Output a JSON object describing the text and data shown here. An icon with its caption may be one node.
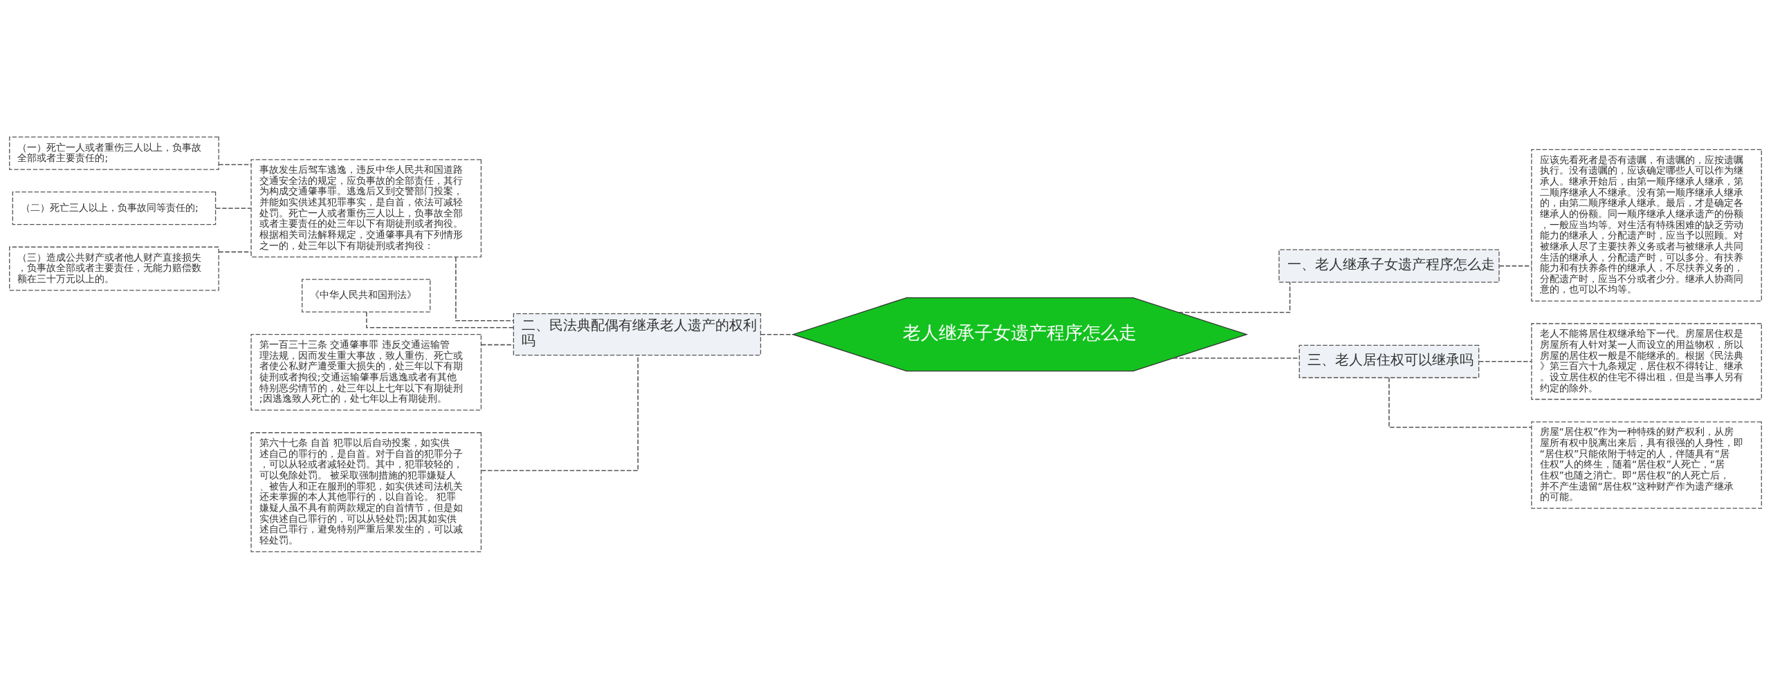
{
  "diagram": {
    "nodes": [
      {
        "text": [
          "老人继承子女遗产程序怎么走"
        ]
      },
      {
        "text": [
          "一、老人继承子女遗产程序怎么走"
        ]
      },
      {
        "text": [
          "应该先看死者是否有遗嘱，有遗嘱的，应按遗嘱执行。没有遗嘱的，应该确定哪些人可以作为继承人。继承开始后，由第一顺序继承人继承，第二顺序继承人不继承。没有第一顺序继承人继承的，由第二顺序继承人继承。最后，才是确定各继承人的份额。同一顺序继承人继承遗产的份额，一般应当均等。对生活有特殊困难的缺乏劳动能力的继承人，分配遗产时，应当予以照顾。对被继承人尽了主要扶养义务或者与被继承人共同生活的继承人，分配遗产时，可以多分。有扶养能力和有扶养条件的继承人，不尽扶养义务的，分配遗产时，应当不分或者少分。继承人协商同意的，也可以不均等。"
        ]
      },
      {
        "text": [
          "二、民法典配偶有继承老人遗产的权利吗"
        ]
      },
      {
        "text": [
          "事故发生后驾车逃逸，违反中华人民共和国道路交通安全法的规定，应负事故的全部责任，其行为构成交通肇事罪。逃逸后又到交警部门投案，并能如实供述其犯罪事实，是自首，依法可减轻处罚。死亡一人或者重伤三人以上，负事故全部或者主要责任的处三年以下有期徒刑或者拘役。根据相关司法解释规定，交通肇事具有下列情形之一的，处三年以下有期徒刑或者拘役："
        ]
      },
      {
        "text": [
          "（一）死亡一人或者重伤三人以上，负事故全部或者主要责任的;"
        ]
      },
      {
        "text": [
          "（二）死亡三人以上，负事故同等责任的;"
        ]
      },
      {
        "text": [
          "（三）造成公共财产或者他人财产直接损失，负事故全部或者主要责任，无能力赔偿数额在三十万元以上的。"
        ]
      },
      {
        "text": [
          "《中华人民共和国刑法》"
        ]
      },
      {
        "text": [
          "第一百三十三条 交通肇事罪 违反交通运输管理法规，因而发生重大事故，致人重伤、死亡或者使公私财产遭受重大损失的，处三年以下有期徒刑或者拘役;交通运输肇事后逃逸或者有其他特别恶劣情节的，处三年以上七年以下有期徒刑;因逃逸致人死亡的，处七年以上有期徒刑。"
        ]
      },
      {
        "text": [
          "第六十七条 自首 犯罪以后自动投案，如实供述自己的罪行的，是自首。对于自首的犯罪分子，可以从轻或者减轻处罚。其中，犯罪较轻的，可以免除处罚。 被采取强制措施的犯罪嫌疑人、被告人和正在服刑的罪犯，如实供述司法机关还未掌握的本人其他罪行的，以自首论。 犯罪嫌疑人虽不具有前两款规定的自首情节，但是如实供述自己罪行的，可以从轻处罚;因其如实供述自己罪行，避免特别严重后果发生的，可以减轻处罚。"
        ]
      },
      {
        "text": [
          "三、老人居住权可以继承吗"
        ]
      },
      {
        "text": [
          "老人不能将居住权继承给下一代。房屋居住权是房屋所有人针对某一人而设立的用益物权，所以房屋的居住权一般是不能继承的。根据《民法典》第三百六十九条规定，居住权不得转让、继承。设立居住权的住宅不得出租，但是当事人另有约定的除外。"
        ]
      },
      {
        "text": [
          "房屋“居住权”作为一种特殊的财产权利，从房屋所有权中脱离出来后，具有很强的人身性，即“居住权”只能依附于特定的人，伴随具有“居住权”人的终生，随着“居住权”人死亡，“居住权”也随之消亡。即“居住权”的人死亡后，并不产生遗留“居住权”这种财产作为遗产继承的可能。"
        ]
      }
    ],
    "edges": [
      {
        "from": 0,
        "to": 1,
        "arrow": "none",
        "style": "dashed"
      },
      {
        "from": 1,
        "to": 2,
        "arrow": "none",
        "style": "dashed"
      },
      {
        "from": 0,
        "to": 3,
        "arrow": "none",
        "style": "dashed"
      },
      {
        "from": 3,
        "to": 4,
        "arrow": "none",
        "style": "dashed"
      },
      {
        "from": 4,
        "to": 5,
        "arrow": "none",
        "style": "dashed"
      },
      {
        "from": 4,
        "to": 6,
        "arrow": "none",
        "style": "dashed"
      },
      {
        "from": 4,
        "to": 7,
        "arrow": "none",
        "style": "dashed"
      },
      {
        "from": 3,
        "to": 8,
        "arrow": "none",
        "style": "dashed"
      },
      {
        "from": 3,
        "to": 9,
        "arrow": "none",
        "style": "dashed"
      },
      {
        "from": 3,
        "to": 10,
        "arrow": "none",
        "style": "dashed"
      },
      {
        "from": 0,
        "to": 11,
        "arrow": "none",
        "style": "dashed"
      },
      {
        "from": 11,
        "to": 12,
        "arrow": "none",
        "style": "dashed"
      },
      {
        "from": 11,
        "to": 13,
        "arrow": "none",
        "style": "dashed"
      }
    ]
  }
}
